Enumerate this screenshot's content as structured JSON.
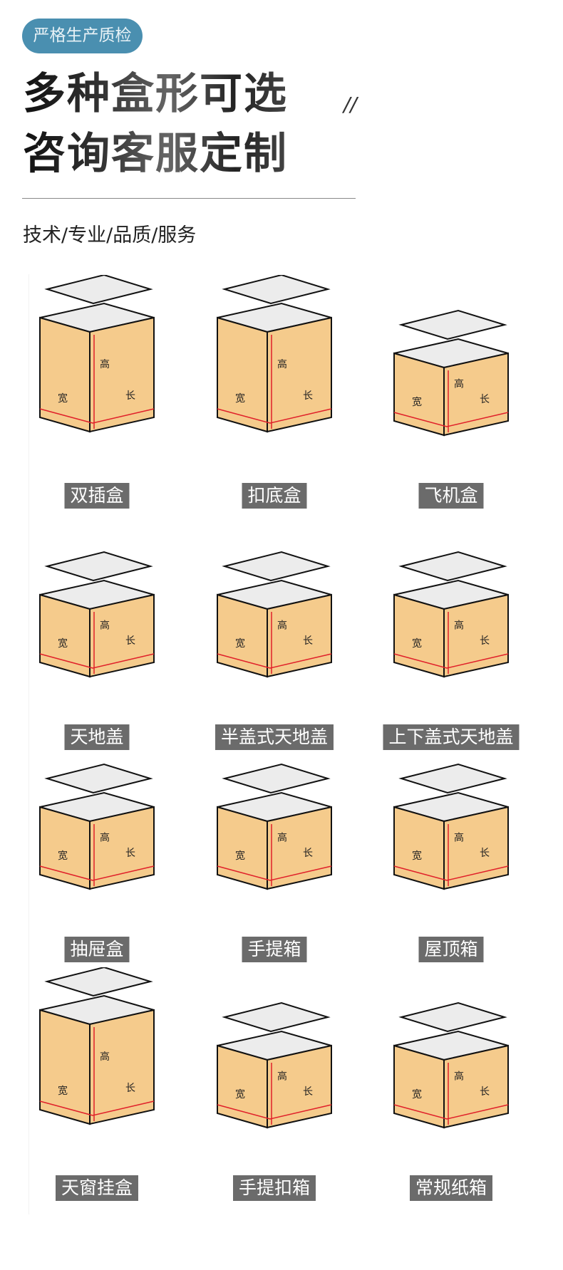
{
  "header": {
    "badge": "严格生产质检",
    "title_line1": "多种盒形可选",
    "title_line2": "咨询客服定制",
    "decoration": "//",
    "subtitle": "技术/专业/品质/服务"
  },
  "dimensions": {
    "width": "宽",
    "height": "高",
    "length": "长"
  },
  "colors": {
    "badge": "#4a8fb0",
    "kraft": "#f5cb8c",
    "inner": "#ececec",
    "dimline": "#e0202a",
    "label_bg": "#6b6b6b"
  },
  "boxes": [
    {
      "name": "双插盒"
    },
    {
      "name": "扣底盒"
    },
    {
      "name": "飞机盒"
    },
    {
      "name": "天地盖"
    },
    {
      "name": "半盖式天地盖"
    },
    {
      "name": "上下盖式天地盖"
    },
    {
      "name": "抽屉盒"
    },
    {
      "name": "手提箱"
    },
    {
      "name": "屋顶箱"
    },
    {
      "name": "天窗挂盒"
    },
    {
      "name": "手提扣箱"
    },
    {
      "name": "常规纸箱"
    }
  ]
}
